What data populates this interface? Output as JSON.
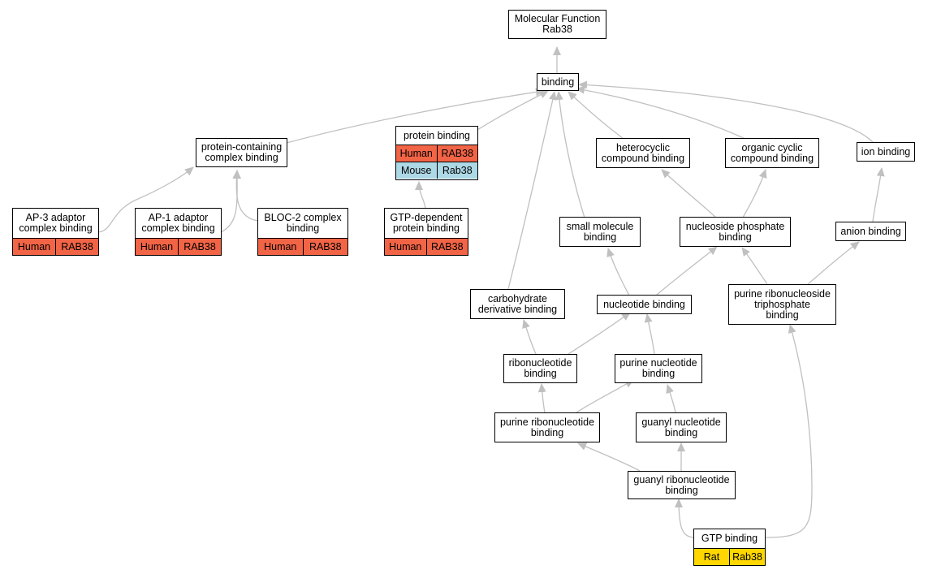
{
  "nodes": {
    "root": "Molecular Function\nRab38",
    "binding": "binding",
    "protein_complex_binding": "protein-containing\ncomplex binding",
    "heterocyclic": "heterocyclic\ncompound binding",
    "organic_cyclic": "organic cyclic\ncompound binding",
    "ion_binding": "ion binding",
    "small_molecule": "small molecule\nbinding",
    "nucleoside_phosphate": "nucleoside phosphate\nbinding",
    "anion_binding": "anion binding",
    "carbohydrate": "carbohydrate\nderivative binding",
    "nucleotide_binding": "nucleotide binding",
    "purine_ribonucleoside_tp": "purine ribonucleoside\ntriphosphate\nbinding",
    "ribonucleotide": "ribonucleotide\nbinding",
    "purine_nucleotide": "purine nucleotide\nbinding",
    "purine_ribonucleotide": "purine ribonucleotide\nbinding",
    "guanyl_nucleotide": "guanyl nucleotide\nbinding",
    "guanyl_ribonucleotide": "guanyl ribonucleotide\nbinding"
  },
  "annotated": {
    "protein_binding": {
      "title": "protein binding",
      "rows": [
        {
          "species": "Human",
          "gene": "RAB38"
        },
        {
          "species": "Mouse",
          "gene": "Rab38"
        }
      ]
    },
    "ap3": {
      "title": "AP-3 adaptor\ncomplex binding",
      "rows": [
        {
          "species": "Human",
          "gene": "RAB38"
        }
      ]
    },
    "ap1": {
      "title": "AP-1 adaptor\ncomplex binding",
      "rows": [
        {
          "species": "Human",
          "gene": "RAB38"
        }
      ]
    },
    "bloc2": {
      "title": "BLOC-2 complex\nbinding",
      "rows": [
        {
          "species": "Human",
          "gene": "RAB38"
        }
      ]
    },
    "gtp_dependent": {
      "title": "GTP-dependent\nprotein binding",
      "rows": [
        {
          "species": "Human",
          "gene": "RAB38"
        }
      ]
    },
    "gtp_binding": {
      "title": "GTP binding",
      "rows": [
        {
          "species": "Rat",
          "gene": "Rab38"
        }
      ]
    }
  },
  "species_colors": {
    "Human": "#f26446",
    "Mouse": "#add8e6",
    "Rat": "#ffd700"
  },
  "edge_color": "#c0c0c0"
}
